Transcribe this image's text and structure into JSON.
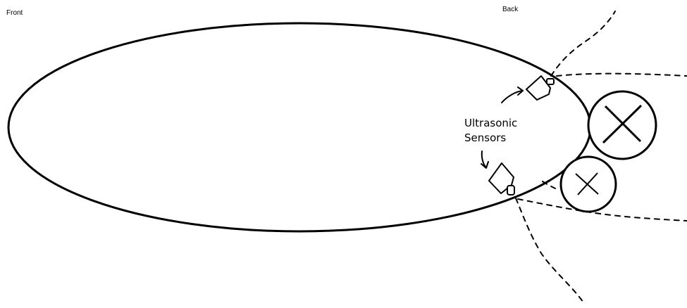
{
  "labels": {
    "front": "Front",
    "back": "Back",
    "sensors": "Ultrasonic\nSensors"
  },
  "colors": {
    "stroke": "#000000",
    "background": "#ffffff"
  }
}
